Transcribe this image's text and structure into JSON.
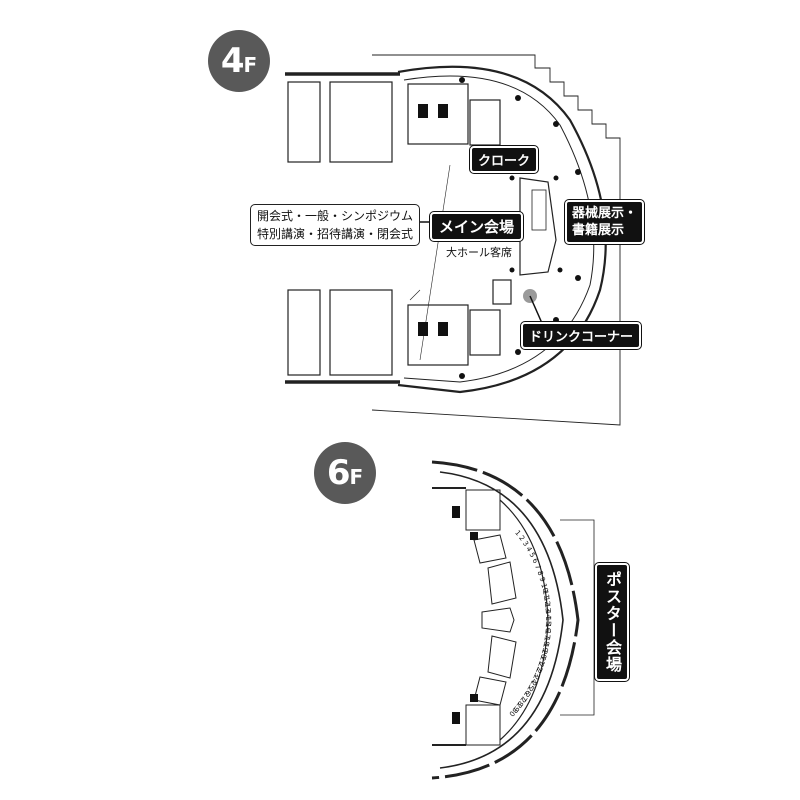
{
  "floors": {
    "f4": {
      "number": "4",
      "unit": "F"
    },
    "f6": {
      "number": "6",
      "unit": "F"
    }
  },
  "labels": {
    "cloak": "クローク",
    "exhibition_line1": "器械展示・",
    "exhibition_line2": "書籍展示",
    "main_hall": "メイン会場",
    "main_hall_seats": "大ホール客席",
    "drink_corner": "ドリンクコーナー",
    "events_line1": "開会式・一般・シンポジウム",
    "events_line2": "特別講演・招待講演・閉会式",
    "poster_hall": "ポスター会場"
  },
  "poster_numbers": [
    "1",
    "2",
    "3",
    "4",
    "5",
    "6",
    "7",
    "8",
    "9",
    "10",
    "11",
    "12",
    "13",
    "14",
    "15",
    "16",
    "17",
    "18",
    "19",
    "20",
    "21",
    "22",
    "23",
    "24",
    "25",
    "26",
    "27",
    "28",
    "29",
    "30"
  ],
  "colors": {
    "badge": "#595959",
    "label_bg": "#111111",
    "drink_marker": "#9a9a9a"
  }
}
